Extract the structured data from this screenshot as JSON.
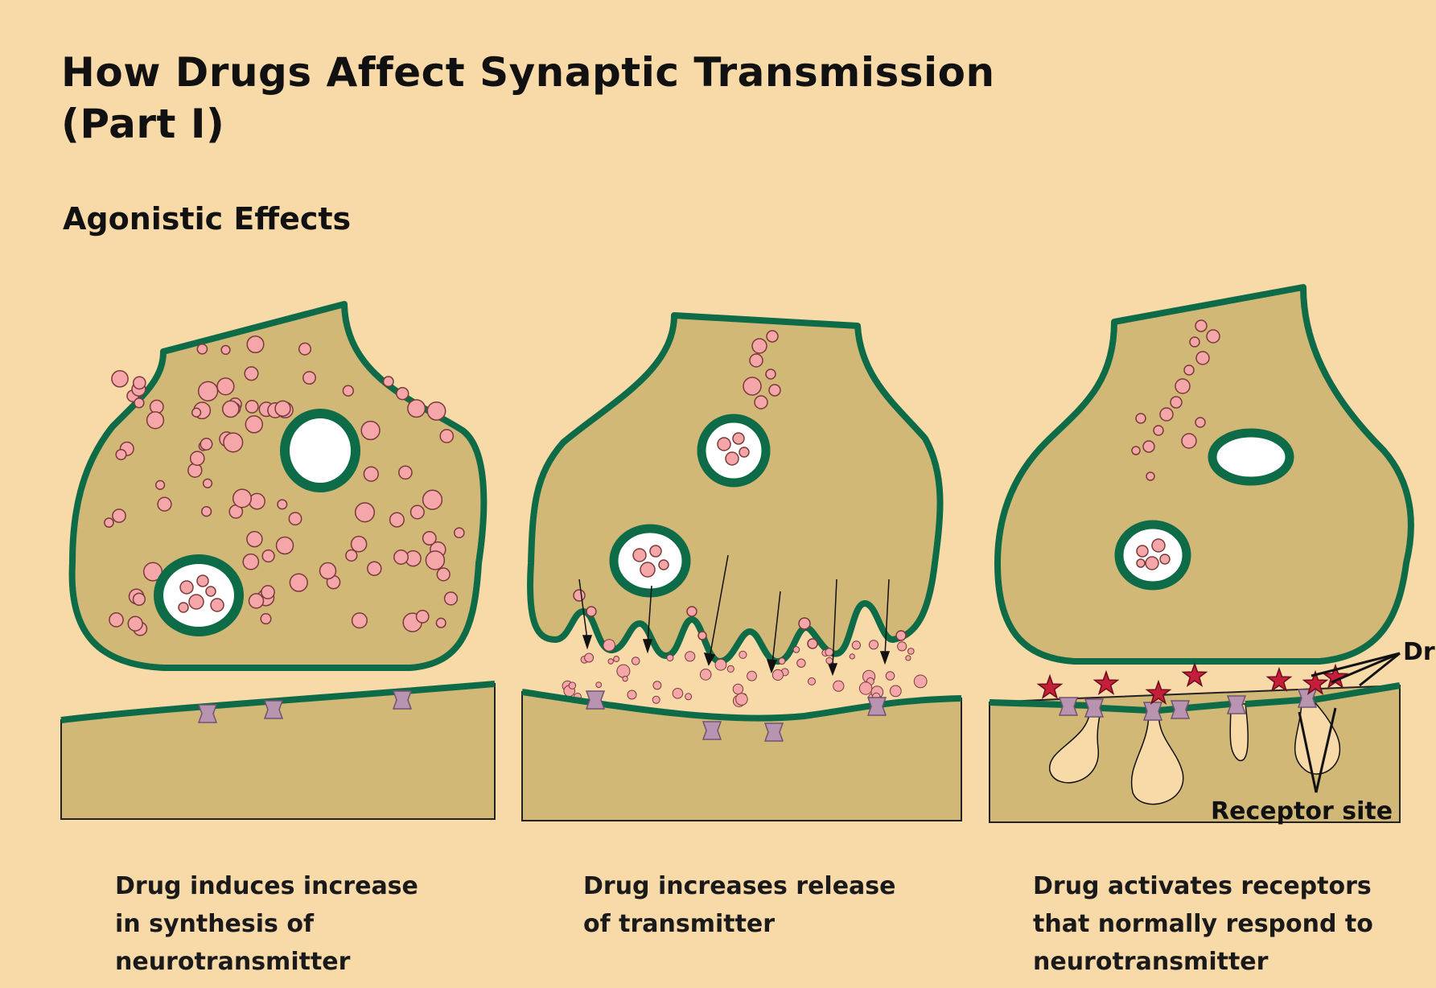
{
  "title": {
    "line1": "How Drugs Affect Synaptic Transmission",
    "line2": "(Part I)"
  },
  "subtitle": "Agonistic Effects",
  "panels": [
    {
      "caption": [
        "Drug induces increase",
        "in synthesis of",
        "neurotransmitter"
      ]
    },
    {
      "caption": [
        "Drug increases release",
        "of transmitter"
      ]
    },
    {
      "caption": [
        "Drug activates receptors",
        "that normally respond to",
        "neurotransmitter"
      ]
    }
  ],
  "labels": {
    "drug": "Dru",
    "receptor_site": "Receptor site"
  },
  "colors": {
    "background": "#F8D9A8",
    "cytoplasm": "#D2B877",
    "membrane": "#0E6B48",
    "vesicle": "#F4A6A8",
    "receptor": "#B894B0",
    "drug": "#C41E3A"
  }
}
